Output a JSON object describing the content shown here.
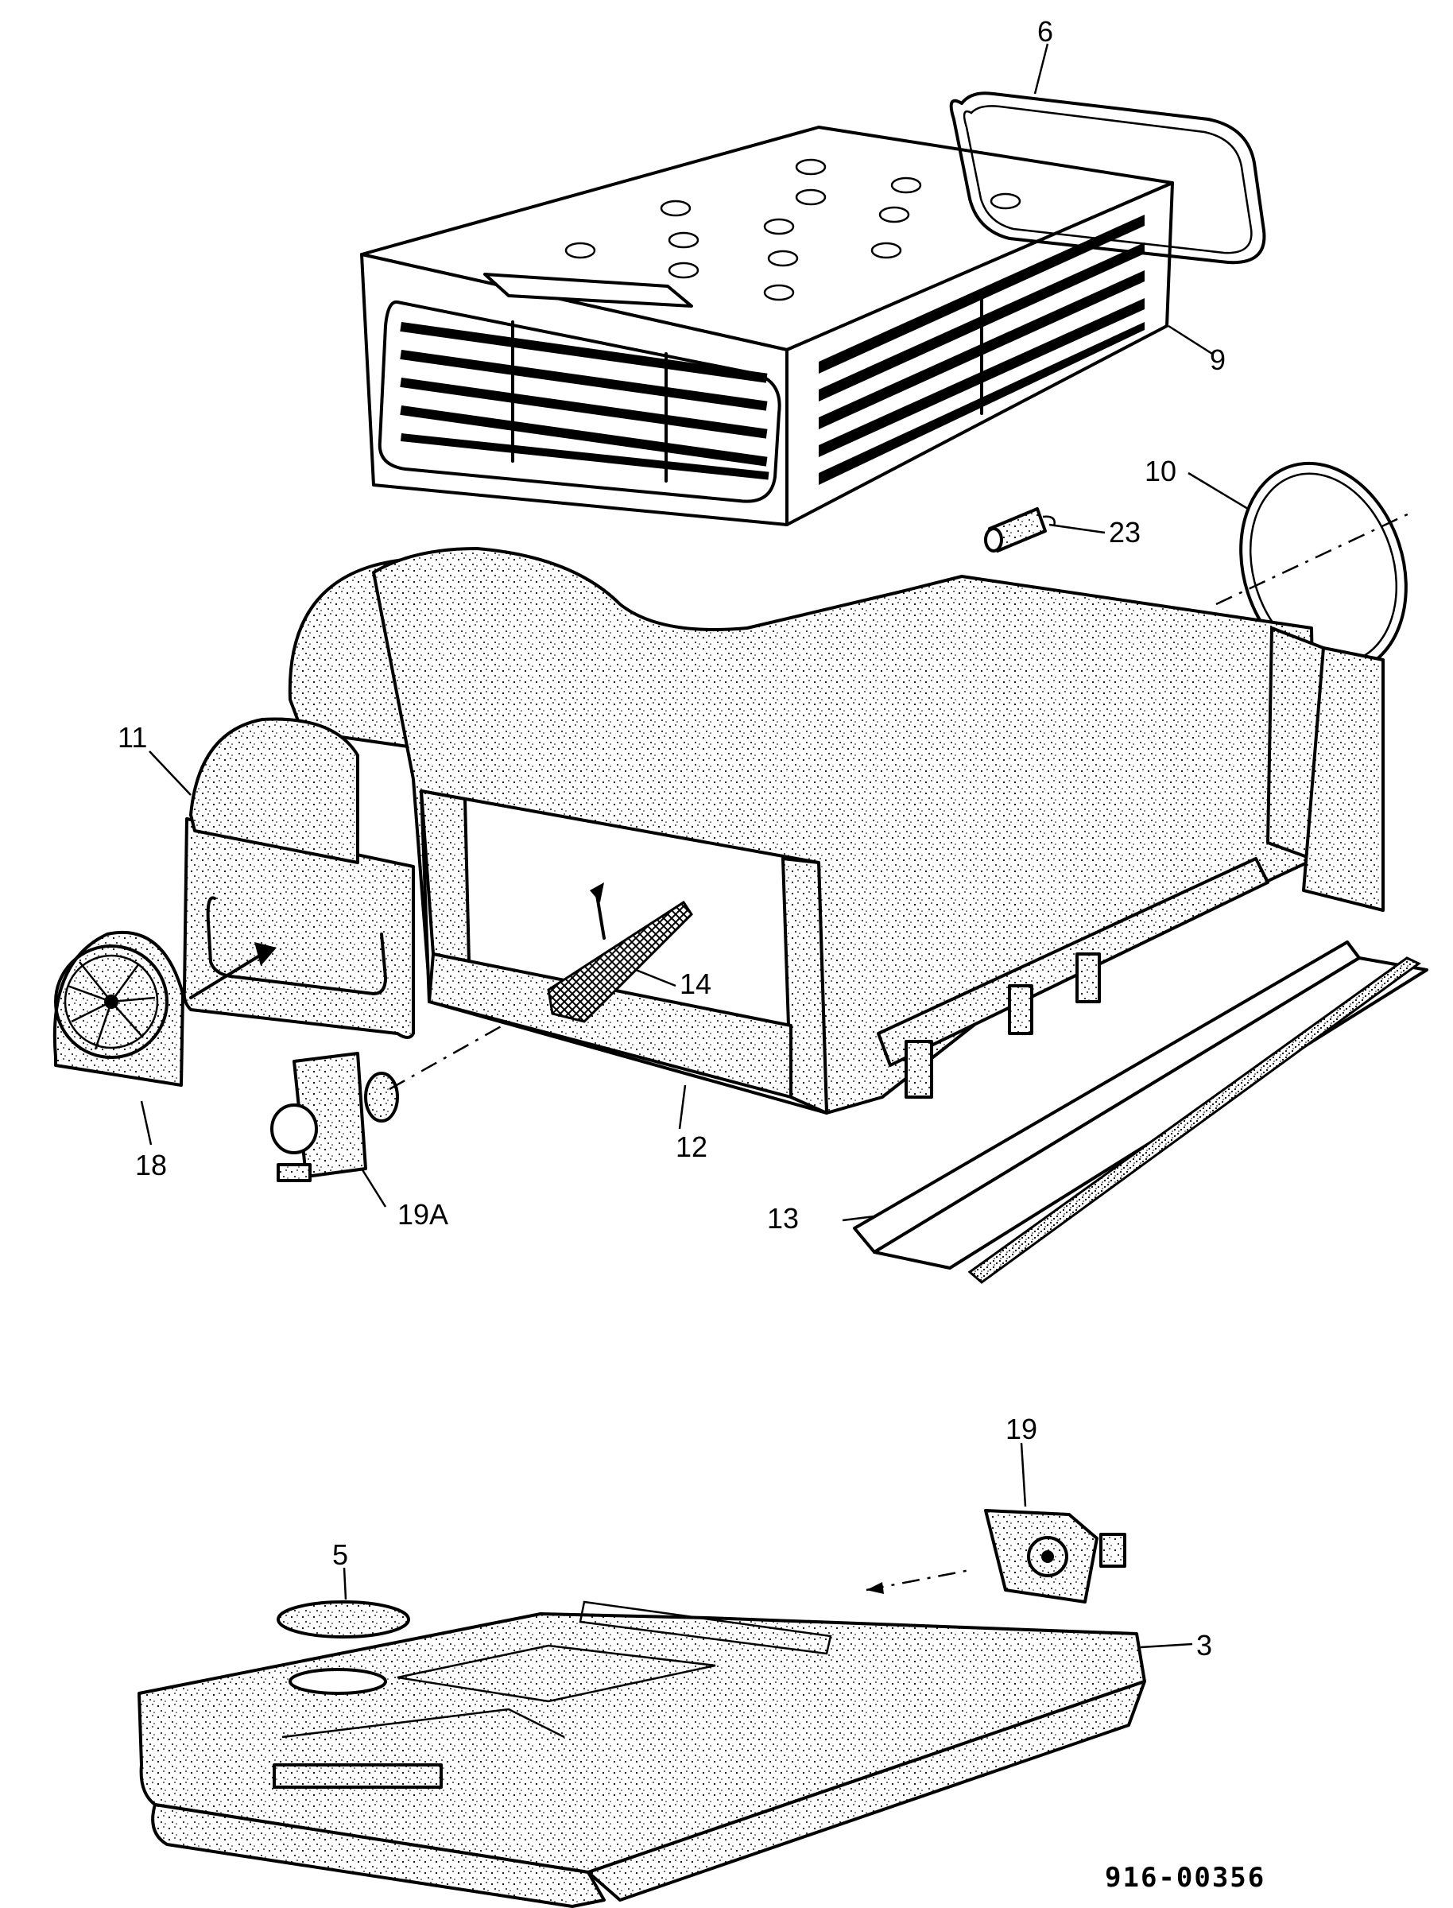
{
  "callouts": {
    "c6": "6",
    "c9": "9",
    "c10": "10",
    "c23": "23",
    "c11": "11",
    "c14": "14",
    "c18": "18",
    "c12": "12",
    "c19A": "19A",
    "c13": "13",
    "c19": "19",
    "c5": "5",
    "c3": "3"
  },
  "document_number": "916-00356"
}
